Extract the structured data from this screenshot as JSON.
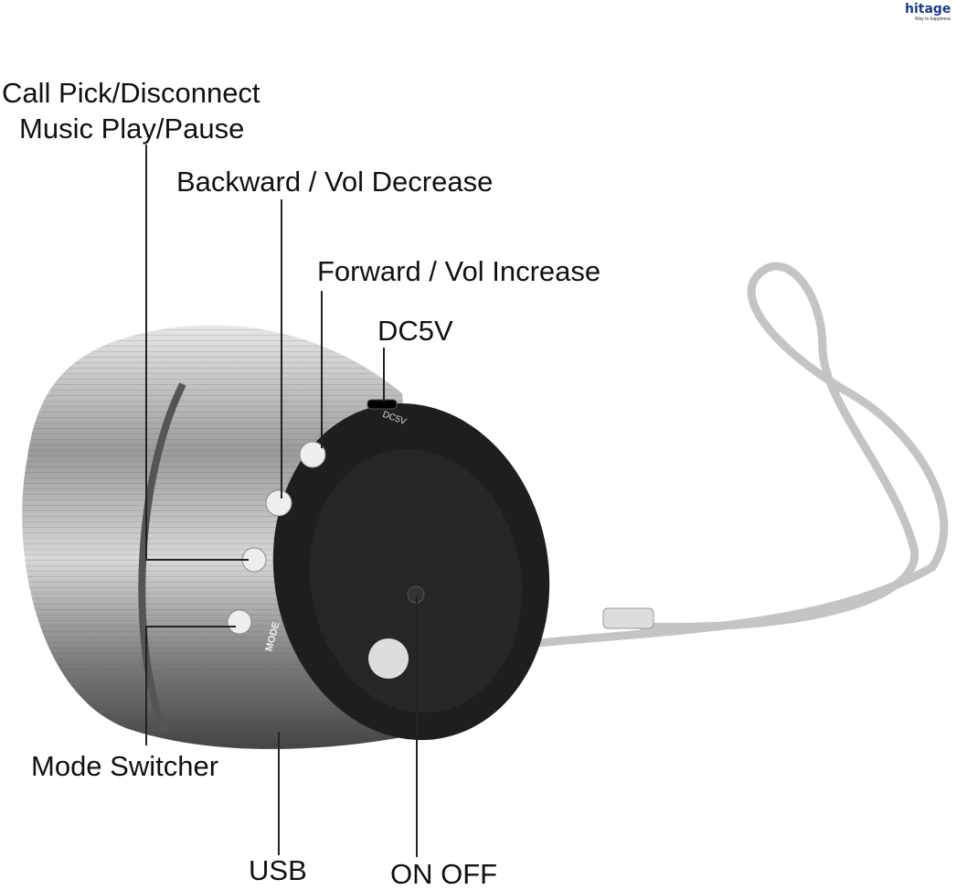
{
  "labels": {
    "call_pick": "Call Pick/Disconnect",
    "music_play": "Music Play/Pause",
    "backward": "Backward / Vol Decrease",
    "forward": "Forward / Vol Increase",
    "dc5v": "DC5V",
    "mode": "Mode Switcher",
    "usb": "USB",
    "on_off": "ON OFF"
  },
  "device_markings": {
    "dc": "DC5V",
    "mode": "MODE"
  },
  "logo": {
    "name": "hitage",
    "tagline": "Way to happiness"
  },
  "colors": {
    "body": "#b8b8b8",
    "cap": "#1e1e1e",
    "strap": "#c4c4c4",
    "text": "#111111"
  }
}
